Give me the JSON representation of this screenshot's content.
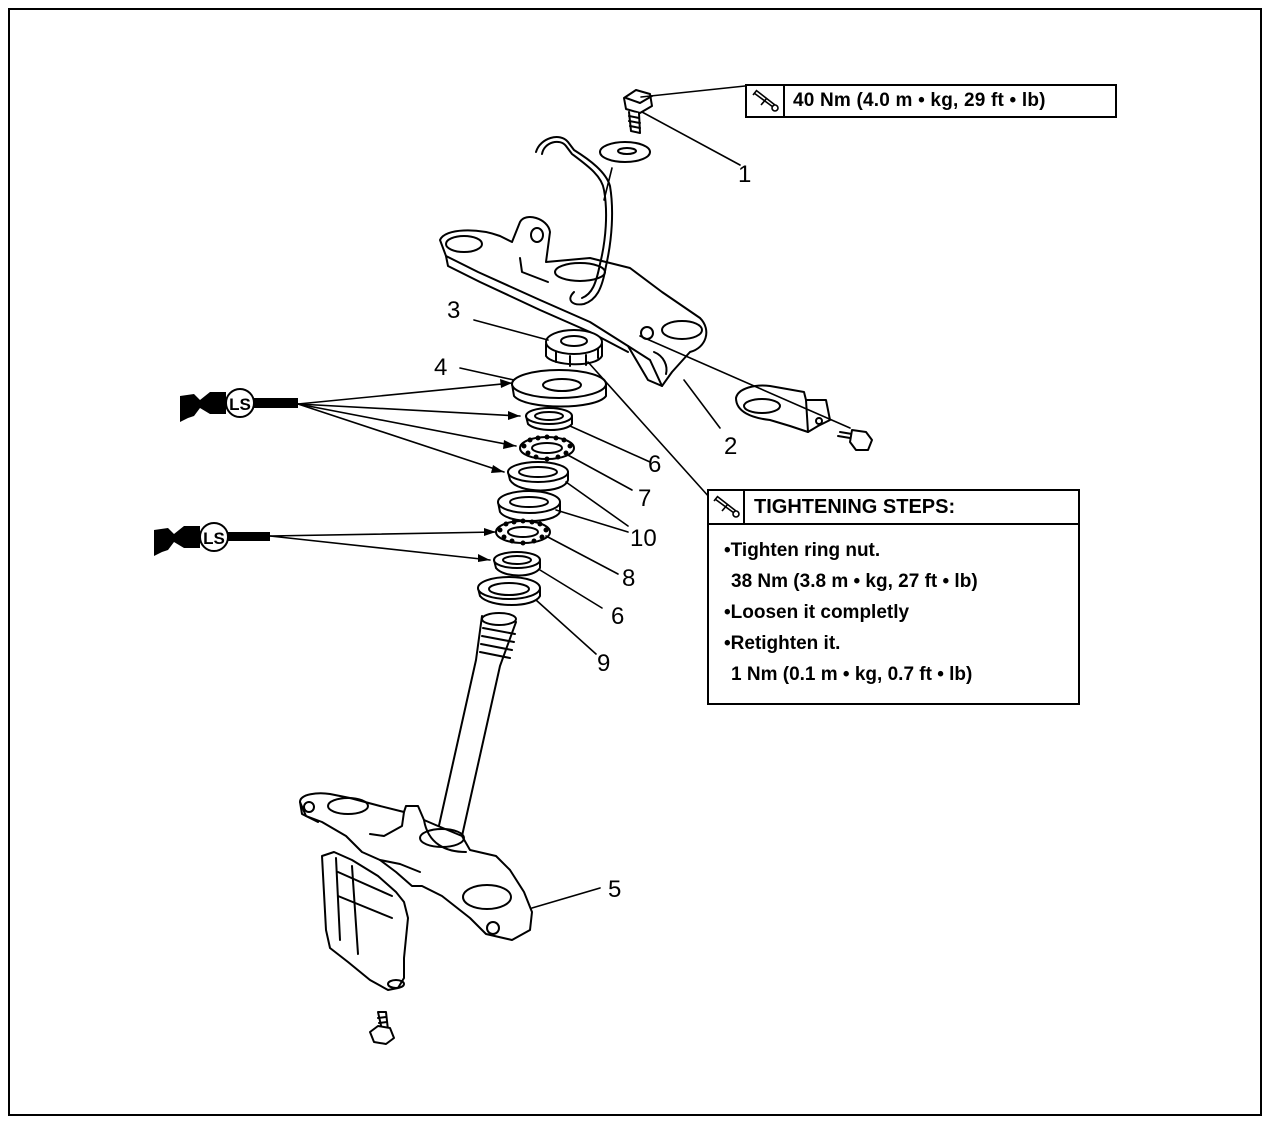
{
  "callouts": [
    "1",
    "2",
    "3",
    "4",
    "5",
    "6",
    "7",
    "10",
    "8",
    "6",
    "9"
  ],
  "torque_note": {
    "text": "40 Nm (4.0 m • kg, 29 ft • lb)",
    "icon": "torque-wrench-icon"
  },
  "tightening": {
    "icon": "torque-wrench-icon",
    "title": "TIGHTENING STEPS:",
    "steps": [
      "•Tighten ring nut.",
      "38 Nm (3.8 m • kg, 27 ft • lb)",
      "•Loosen it completly",
      "•Retighten it.",
      "1 Nm (0.1 m • kg, 0.7 ft • lb)"
    ]
  },
  "lubricant_symbols": [
    "LS",
    "LS"
  ],
  "colors": {
    "line": "#000000",
    "background": "#ffffff"
  }
}
